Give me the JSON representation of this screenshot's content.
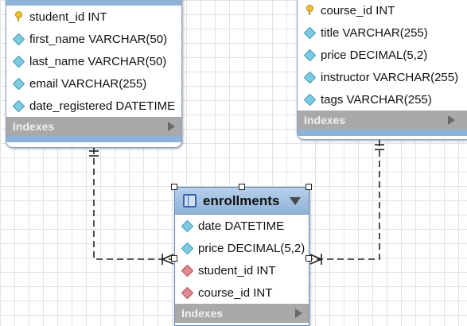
{
  "tables": {
    "students": {
      "columns": [
        {
          "icon": "key",
          "text": "student_id INT"
        },
        {
          "icon": "diamond-blue",
          "text": "first_name VARCHAR(50)"
        },
        {
          "icon": "diamond-blue",
          "text": "last_name VARCHAR(50)"
        },
        {
          "icon": "diamond-blue",
          "text": "email VARCHAR(255)"
        },
        {
          "icon": "diamond-blue",
          "text": "date_registered DATETIME"
        }
      ],
      "indexes_label": "Indexes"
    },
    "courses": {
      "columns": [
        {
          "icon": "key",
          "text": "course_id INT"
        },
        {
          "icon": "diamond-blue",
          "text": "title VARCHAR(255)"
        },
        {
          "icon": "diamond-blue",
          "text": "price DECIMAL(5,2)"
        },
        {
          "icon": "diamond-blue",
          "text": "instructor VARCHAR(255)"
        },
        {
          "icon": "diamond-blue",
          "text": "tags VARCHAR(255)"
        }
      ],
      "indexes_label": "Indexes"
    },
    "enrollments": {
      "title": "enrollments",
      "columns": [
        {
          "icon": "diamond-blue",
          "text": "date DATETIME"
        },
        {
          "icon": "diamond-blue",
          "text": "price DECIMAL(5,2)"
        },
        {
          "icon": "diamond-red",
          "text": "student_id INT"
        },
        {
          "icon": "diamond-red",
          "text": "course_id INT"
        }
      ],
      "indexes_label": "Indexes"
    }
  },
  "relationships": [
    {
      "from": "enrollments.student_id",
      "to": "students.student_id",
      "style": "dashed",
      "from_end": "many",
      "to_end": "one"
    },
    {
      "from": "enrollments.course_id",
      "to": "courses.course_id",
      "style": "dashed",
      "from_end": "many",
      "to_end": "one"
    }
  ],
  "colors": {
    "header": "#8fb2d8",
    "indexes_bar": "#a9a9a9",
    "grid": "#e3e3e3"
  }
}
